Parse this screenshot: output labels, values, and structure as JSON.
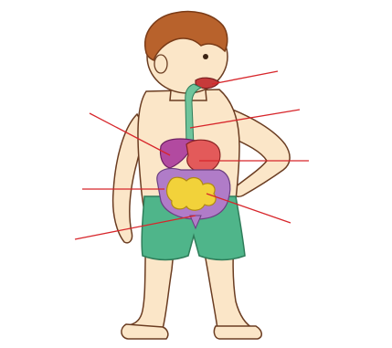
{
  "diagram": {
    "subject": "child-digestive-system",
    "labels": [
      {
        "id": "mouth",
        "text": ""
      },
      {
        "id": "esophagus",
        "text": ""
      },
      {
        "id": "liver",
        "text": ""
      },
      {
        "id": "stomach",
        "text": ""
      },
      {
        "id": "large-intestine",
        "text": ""
      },
      {
        "id": "small-intestine",
        "text": ""
      },
      {
        "id": "rectum",
        "text": ""
      }
    ],
    "colors": {
      "skin": "#fbe6c8",
      "outline": "#6b3d22",
      "hair": "#b8622c",
      "shorts": "#4fb58a",
      "esophagus": "#6fc49b",
      "liver": "#b24aa0",
      "stomach": "#e35a5a",
      "small_intestine": "#f2d23a",
      "large_intestine": "#b07cc8",
      "leader_line": "#d7262b"
    }
  }
}
